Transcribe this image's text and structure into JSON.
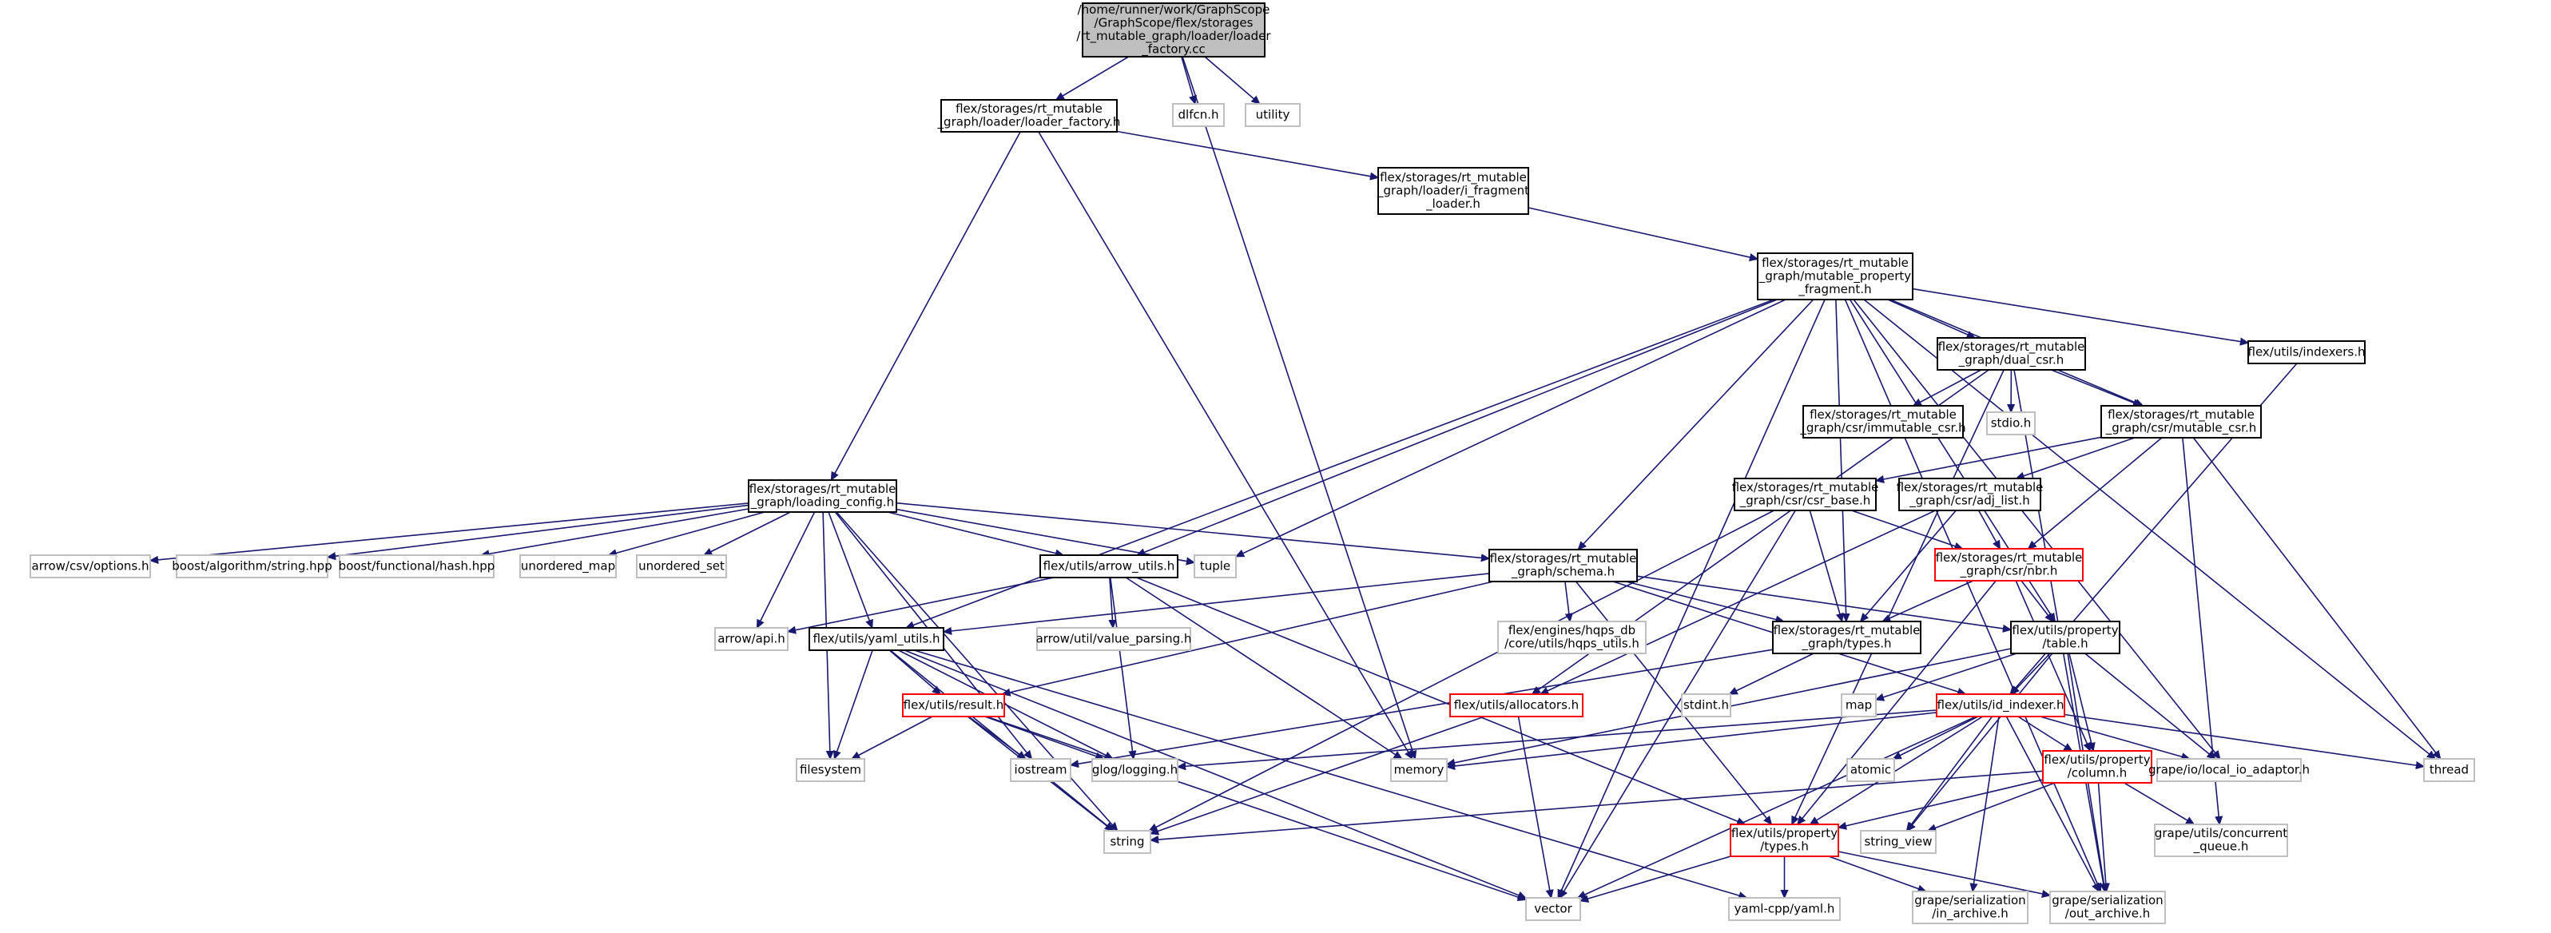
{
  "colors": {
    "edge": "#191970",
    "box_local": "#000000",
    "box_system": "#bfbfbf",
    "box_truncated": "#ff0000",
    "root_fill": "#bfbfbf"
  },
  "nodes": [
    {
      "id": "root",
      "kind": "root",
      "lines": [
        "/home/runner/work/GraphScope",
        "/GraphScope/flex/storages",
        "/rt_mutable_graph/loader/loader",
        "_factory.cc"
      ]
    },
    {
      "id": "loader_factory",
      "kind": "local",
      "lines": [
        "flex/storages/rt_mutable",
        "_graph/loader/loader_factory.h"
      ]
    },
    {
      "id": "dlfcn",
      "kind": "sys",
      "lines": [
        "dlfcn.h"
      ]
    },
    {
      "id": "utility",
      "kind": "sys",
      "lines": [
        "utility"
      ]
    },
    {
      "id": "i_fragment_loader",
      "kind": "local",
      "lines": [
        "flex/storages/rt_mutable",
        "_graph/loader/i_fragment",
        "_loader.h"
      ]
    },
    {
      "id": "mutable_property_fragment",
      "kind": "local",
      "lines": [
        "flex/storages/rt_mutable",
        "_graph/mutable_property",
        "_fragment.h"
      ]
    },
    {
      "id": "dual_csr",
      "kind": "local",
      "lines": [
        "flex/storages/rt_mutable",
        "_graph/dual_csr.h"
      ]
    },
    {
      "id": "indexers",
      "kind": "local",
      "lines": [
        "flex/utils/indexers.h"
      ]
    },
    {
      "id": "immutable_csr",
      "kind": "local",
      "lines": [
        "flex/storages/rt_mutable",
        "_graph/csr/immutable_csr.h"
      ]
    },
    {
      "id": "stdio",
      "kind": "sys",
      "lines": [
        "stdio.h"
      ]
    },
    {
      "id": "mutable_csr",
      "kind": "local",
      "lines": [
        "flex/storages/rt_mutable",
        "_graph/csr/mutable_csr.h"
      ]
    },
    {
      "id": "csr_base",
      "kind": "local",
      "lines": [
        "flex/storages/rt_mutable",
        "_graph/csr/csr_base.h"
      ]
    },
    {
      "id": "adj_list",
      "kind": "local",
      "lines": [
        "flex/storages/rt_mutable",
        "_graph/csr/adj_list.h"
      ]
    },
    {
      "id": "nbr",
      "kind": "red",
      "lines": [
        "flex/storages/rt_mutable",
        "_graph/csr/nbr.h"
      ]
    },
    {
      "id": "loading_config",
      "kind": "local",
      "lines": [
        "flex/storages/rt_mutable",
        "_graph/loading_config.h"
      ]
    },
    {
      "id": "arrow_csv_options",
      "kind": "sys",
      "lines": [
        "arrow/csv/options.h"
      ]
    },
    {
      "id": "boost_algo_string",
      "kind": "sys",
      "lines": [
        "boost/algorithm/string.hpp"
      ]
    },
    {
      "id": "boost_functional_hash",
      "kind": "sys",
      "lines": [
        "boost/functional/hash.hpp"
      ]
    },
    {
      "id": "unordered_map",
      "kind": "sys",
      "lines": [
        "unordered_map"
      ]
    },
    {
      "id": "unordered_set",
      "kind": "sys",
      "lines": [
        "unordered_set"
      ]
    },
    {
      "id": "arrow_utils",
      "kind": "local",
      "lines": [
        "flex/utils/arrow_utils.h"
      ]
    },
    {
      "id": "tuple",
      "kind": "sys",
      "lines": [
        "tuple"
      ]
    },
    {
      "id": "schema",
      "kind": "local",
      "lines": [
        "flex/storages/rt_mutable",
        "_graph/schema.h"
      ]
    },
    {
      "id": "arrow_api",
      "kind": "sys",
      "lines": [
        "arrow/api.h"
      ]
    },
    {
      "id": "yaml_utils",
      "kind": "local",
      "lines": [
        "flex/utils/yaml_utils.h"
      ]
    },
    {
      "id": "arrow_value_parsing",
      "kind": "sys",
      "lines": [
        "arrow/util/value_parsing.h"
      ]
    },
    {
      "id": "hqps_utils",
      "kind": "sys",
      "lines": [
        "flex/engines/hqps_db",
        "/core/utils/hqps_utils.h"
      ]
    },
    {
      "id": "rt_types",
      "kind": "local",
      "lines": [
        "flex/storages/rt_mutable",
        "_graph/types.h"
      ]
    },
    {
      "id": "property_table",
      "kind": "local",
      "lines": [
        "flex/utils/property",
        "/table.h"
      ]
    },
    {
      "id": "result",
      "kind": "red",
      "lines": [
        "flex/utils/result.h"
      ]
    },
    {
      "id": "allocators",
      "kind": "red",
      "lines": [
        "flex/utils/allocators.h"
      ]
    },
    {
      "id": "stdint",
      "kind": "sys",
      "lines": [
        "stdint.h"
      ]
    },
    {
      "id": "map",
      "kind": "sys",
      "lines": [
        "map"
      ]
    },
    {
      "id": "id_indexer",
      "kind": "red",
      "lines": [
        "flex/utils/id_indexer.h"
      ]
    },
    {
      "id": "filesystem",
      "kind": "sys",
      "lines": [
        "filesystem"
      ]
    },
    {
      "id": "iostream",
      "kind": "sys",
      "lines": [
        "iostream"
      ]
    },
    {
      "id": "glog",
      "kind": "sys",
      "lines": [
        "glog/logging.h"
      ]
    },
    {
      "id": "memory",
      "kind": "sys",
      "lines": [
        "memory"
      ]
    },
    {
      "id": "atomic",
      "kind": "sys",
      "lines": [
        "atomic"
      ]
    },
    {
      "id": "property_column",
      "kind": "red",
      "lines": [
        "flex/utils/property",
        "/column.h"
      ]
    },
    {
      "id": "local_io_adaptor",
      "kind": "sys",
      "lines": [
        "grape/io/local_io_adaptor.h"
      ]
    },
    {
      "id": "thread",
      "kind": "sys",
      "lines": [
        "thread"
      ]
    },
    {
      "id": "string",
      "kind": "sys",
      "lines": [
        "string"
      ]
    },
    {
      "id": "string_view",
      "kind": "sys",
      "lines": [
        "string_view"
      ]
    },
    {
      "id": "property_types",
      "kind": "red",
      "lines": [
        "flex/utils/property",
        "/types.h"
      ]
    },
    {
      "id": "concurrent_queue",
      "kind": "sys",
      "lines": [
        "grape/utils/concurrent",
        "_queue.h"
      ]
    },
    {
      "id": "vector",
      "kind": "sys",
      "lines": [
        "vector"
      ]
    },
    {
      "id": "yaml_cpp",
      "kind": "sys",
      "lines": [
        "yaml-cpp/yaml.h"
      ]
    },
    {
      "id": "in_archive",
      "kind": "sys",
      "lines": [
        "grape/serialization",
        "/in_archive.h"
      ]
    },
    {
      "id": "out_archive",
      "kind": "sys",
      "lines": [
        "grape/serialization",
        "/out_archive.h"
      ]
    }
  ],
  "edges": [
    [
      "root",
      "loader_factory"
    ],
    [
      "root",
      "dlfcn"
    ],
    [
      "root",
      "utility"
    ],
    [
      "root",
      "memory"
    ],
    [
      "loader_factory",
      "i_fragment_loader"
    ],
    [
      "loader_factory",
      "loading_config"
    ],
    [
      "loader_factory",
      "memory"
    ],
    [
      "i_fragment_loader",
      "mutable_property_fragment"
    ],
    [
      "mutable_property_fragment",
      "dual_csr"
    ],
    [
      "mutable_property_fragment",
      "indexers"
    ],
    [
      "mutable_property_fragment",
      "mutable_csr"
    ],
    [
      "mutable_property_fragment",
      "schema"
    ],
    [
      "mutable_property_fragment",
      "arrow_utils"
    ],
    [
      "mutable_property_fragment",
      "yaml_utils"
    ],
    [
      "mutable_property_fragment",
      "tuple"
    ],
    [
      "mutable_property_fragment",
      "rt_types"
    ],
    [
      "mutable_property_fragment",
      "property_table"
    ],
    [
      "mutable_property_fragment",
      "local_io_adaptor"
    ],
    [
      "mutable_property_fragment",
      "thread"
    ],
    [
      "mutable_property_fragment",
      "out_archive"
    ],
    [
      "mutable_property_fragment",
      "vector"
    ],
    [
      "dual_csr",
      "immutable_csr"
    ],
    [
      "dual_csr",
      "stdio"
    ],
    [
      "dual_csr",
      "mutable_csr"
    ],
    [
      "dual_csr",
      "allocators"
    ],
    [
      "dual_csr",
      "property_types"
    ],
    [
      "dual_csr",
      "out_archive"
    ],
    [
      "mutable_csr",
      "csr_base"
    ],
    [
      "mutable_csr",
      "adj_list"
    ],
    [
      "mutable_csr",
      "nbr"
    ],
    [
      "mutable_csr",
      "thread"
    ],
    [
      "mutable_csr",
      "concurrent_queue"
    ],
    [
      "csr_base",
      "nbr"
    ],
    [
      "csr_base",
      "rt_types"
    ],
    [
      "csr_base",
      "string"
    ],
    [
      "csr_base",
      "vector"
    ],
    [
      "adj_list",
      "nbr"
    ],
    [
      "adj_list",
      "rt_types"
    ],
    [
      "adj_list",
      "allocators"
    ],
    [
      "nbr",
      "rt_types"
    ],
    [
      "nbr",
      "property_table"
    ],
    [
      "nbr",
      "property_types"
    ],
    [
      "nbr",
      "property_column"
    ],
    [
      "indexers",
      "id_indexer"
    ],
    [
      "loading_config",
      "arrow_csv_options"
    ],
    [
      "loading_config",
      "boost_algo_string"
    ],
    [
      "loading_config",
      "boost_functional_hash"
    ],
    [
      "loading_config",
      "unordered_map"
    ],
    [
      "loading_config",
      "unordered_set"
    ],
    [
      "loading_config",
      "arrow_utils"
    ],
    [
      "loading_config",
      "tuple"
    ],
    [
      "loading_config",
      "schema"
    ],
    [
      "loading_config",
      "arrow_api"
    ],
    [
      "loading_config",
      "yaml_utils"
    ],
    [
      "loading_config",
      "filesystem"
    ],
    [
      "loading_config",
      "iostream"
    ],
    [
      "loading_config",
      "string"
    ],
    [
      "arrow_utils",
      "arrow_api"
    ],
    [
      "arrow_utils",
      "arrow_value_parsing"
    ],
    [
      "arrow_utils",
      "glog"
    ],
    [
      "arrow_utils",
      "memory"
    ],
    [
      "arrow_utils",
      "property_types"
    ],
    [
      "schema",
      "yaml_utils"
    ],
    [
      "schema",
      "hqps_utils"
    ],
    [
      "schema",
      "rt_types"
    ],
    [
      "schema",
      "property_table"
    ],
    [
      "schema",
      "result"
    ],
    [
      "schema",
      "id_indexer"
    ],
    [
      "schema",
      "property_types"
    ],
    [
      "yaml_utils",
      "result"
    ],
    [
      "yaml_utils",
      "filesystem"
    ],
    [
      "yaml_utils",
      "glog"
    ],
    [
      "yaml_utils",
      "string"
    ],
    [
      "yaml_utils",
      "vector"
    ],
    [
      "yaml_utils",
      "yaml_cpp"
    ],
    [
      "rt_types",
      "stdint"
    ],
    [
      "rt_types",
      "iostream"
    ],
    [
      "property_table",
      "map"
    ],
    [
      "property_table",
      "id_indexer"
    ],
    [
      "property_table",
      "property_column"
    ],
    [
      "property_table",
      "memory"
    ],
    [
      "property_table",
      "string_view"
    ],
    [
      "property_table",
      "local_io_adaptor"
    ],
    [
      "property_table",
      "out_archive"
    ],
    [
      "result",
      "filesystem"
    ],
    [
      "result",
      "glog"
    ],
    [
      "result",
      "iostream"
    ],
    [
      "result",
      "string"
    ],
    [
      "result",
      "vector"
    ],
    [
      "allocators",
      "string"
    ],
    [
      "allocators",
      "vector"
    ],
    [
      "id_indexer",
      "glog"
    ],
    [
      "id_indexer",
      "memory"
    ],
    [
      "id_indexer",
      "atomic"
    ],
    [
      "id_indexer",
      "property_column"
    ],
    [
      "id_indexer",
      "local_io_adaptor"
    ],
    [
      "id_indexer",
      "thread"
    ],
    [
      "id_indexer",
      "string_view"
    ],
    [
      "id_indexer",
      "property_types"
    ],
    [
      "id_indexer",
      "vector"
    ],
    [
      "id_indexer",
      "in_archive"
    ],
    [
      "id_indexer",
      "out_archive"
    ],
    [
      "property_column",
      "string"
    ],
    [
      "property_column",
      "string_view"
    ],
    [
      "property_column",
      "property_types"
    ],
    [
      "property_column",
      "concurrent_queue"
    ],
    [
      "property_column",
      "out_archive"
    ],
    [
      "property_types",
      "vector"
    ],
    [
      "property_types",
      "yaml_cpp"
    ],
    [
      "property_types",
      "in_archive"
    ],
    [
      "property_types",
      "out_archive"
    ]
  ]
}
